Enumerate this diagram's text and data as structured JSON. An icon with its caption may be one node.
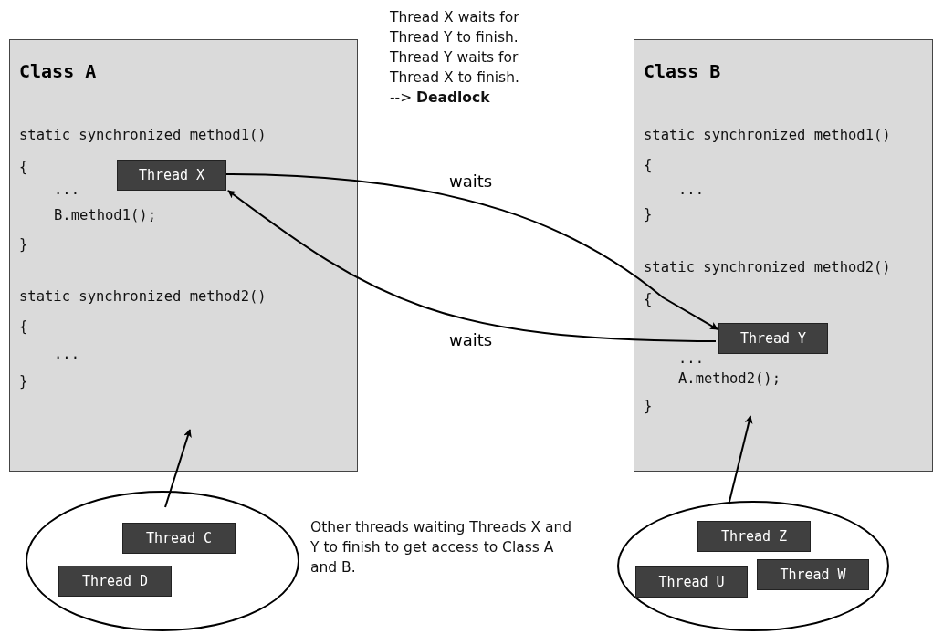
{
  "diagram": {
    "nodes": [
      {
        "text": [
          "Class A",
          "static synchronized method1()",
          "{",
          "...",
          "B.method1();",
          "}",
          "static synchronized method2()",
          "{",
          "...",
          "}"
        ]
      },
      {
        "text": [
          "Thread X"
        ],
        "in": 0
      },
      {
        "text": [
          "Class B",
          "static synchronized method1()",
          "{",
          "...",
          "}",
          "static synchronized method2()",
          "{",
          "...",
          "A.method2();",
          "}"
        ]
      },
      {
        "text": [
          "Thread Y"
        ],
        "in": 2
      },
      {
        "text": [],
        "shape": "ellipse"
      },
      {
        "text": [
          "Thread C"
        ],
        "in": 4
      },
      {
        "text": [
          "Thread D"
        ],
        "in": 4
      },
      {
        "text": [],
        "shape": "ellipse"
      },
      {
        "text": [
          "Thread Z"
        ],
        "in": 7
      },
      {
        "text": [
          "Thread U"
        ],
        "in": 7
      },
      {
        "text": [
          "Thread W"
        ],
        "in": 7
      }
    ],
    "edges": [
      {
        "from": 1,
        "to": 3,
        "arrow": "to",
        "label": "waits"
      },
      {
        "from": 3,
        "to": 1,
        "arrow": "to",
        "label": "waits"
      },
      {
        "from": 4,
        "to": 0,
        "arrow": "to"
      },
      {
        "from": 7,
        "to": 2,
        "arrow": "to"
      }
    ],
    "labels": [
      "Thread X waits for Thread Y to finish. Thread Y waits for Thread X to finish. --> **Deadlock**",
      "Other threads waiting Threads X and Y to finish to get access to Class A and B."
    ]
  }
}
